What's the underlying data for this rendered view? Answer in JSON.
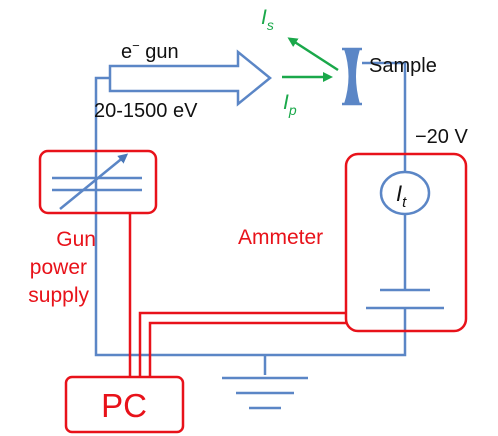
{
  "labels": {
    "egun": "e",
    "egun_sup": "−",
    "egun_rest": " gun",
    "energy": "20-1500 eV",
    "is_main": "I",
    "is_sub": "s",
    "ip_main": "I",
    "ip_sub": "p",
    "sample": "Sample",
    "bias": "−20 V",
    "it_main": "I",
    "it_sub": "t",
    "ammeter": "Ammeter",
    "gun_l1": "Gun",
    "gun_l2": "power",
    "gun_l3": "supply",
    "pc": "PC"
  },
  "colors": {
    "wire": "#5b86c6",
    "box": "#e8121a",
    "beam": "#1aa84a",
    "text": "#111111"
  }
}
